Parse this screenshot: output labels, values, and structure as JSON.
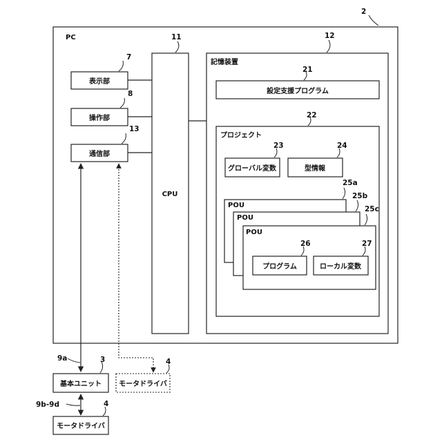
{
  "refs": {
    "pc": "2",
    "basic_unit": "3",
    "motor_driver": "4",
    "display": "7",
    "operation": "8",
    "cpu": "11",
    "storage": "12",
    "communication": "13",
    "setting_program": "21",
    "project": "22",
    "global_variable": "23",
    "type_info": "24",
    "pou_a": "25a",
    "pou_b": "25b",
    "pou_c": "25c",
    "program": "26",
    "local_variable": "27",
    "link_a": "9a",
    "link_bd": "9b-9d"
  },
  "labels": {
    "pc": "PC",
    "display": "表示部",
    "operation": "操作部",
    "communication": "通信部",
    "cpu": "CPU",
    "storage": "記憶装置",
    "setting_program": "設定支援プログラム",
    "project": "プロジェクト",
    "global_variable": "グローバル変数",
    "type_info": "型情報",
    "pou": "POU",
    "program": "プログラム",
    "local_variable": "ローカル変数",
    "basic_unit": "基本ユニット",
    "motor_driver": "モータドライバ"
  }
}
